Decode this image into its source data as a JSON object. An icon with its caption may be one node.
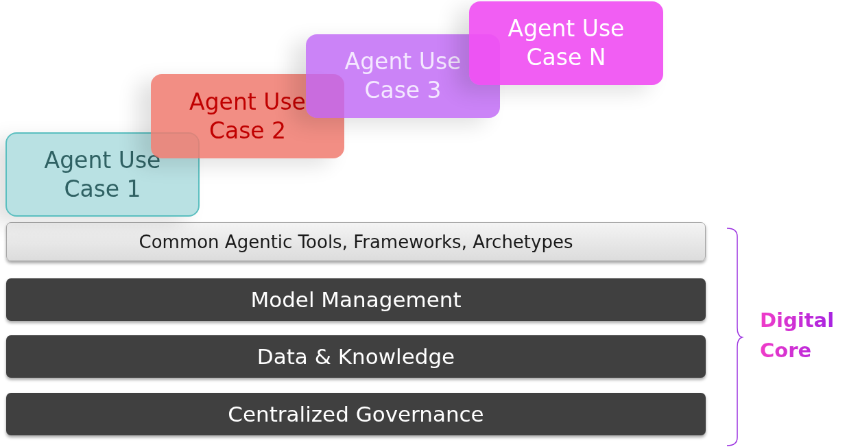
{
  "diagram": {
    "nodes": [
      {
        "text": [
          "Agent Use Case 1"
        ]
      },
      {
        "text": [
          "Agent Use Case 2"
        ]
      },
      {
        "text": [
          "Agent Use Case 3"
        ]
      },
      {
        "text": [
          "Agent Use Case N"
        ]
      },
      {
        "text": [
          "Common Agentic Tools, Frameworks, Archetypes"
        ]
      },
      {
        "text": [
          "Model Management"
        ]
      },
      {
        "text": [
          "Data & Knowledge"
        ]
      },
      {
        "text": [
          "Centralized Governance"
        ]
      }
    ],
    "labels": [
      "Digital Core"
    ]
  }
}
